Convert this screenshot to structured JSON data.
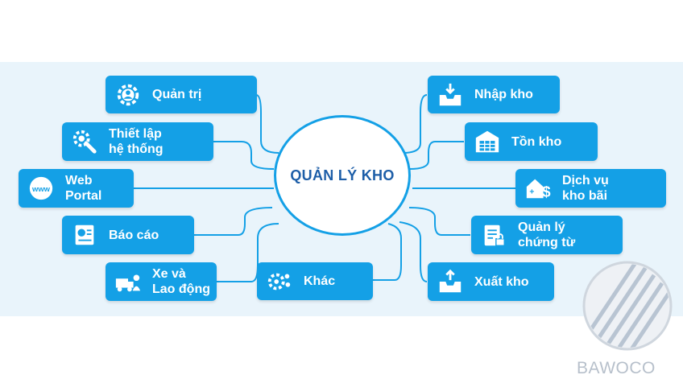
{
  "diagram": {
    "title": "QUẢN LÝ KHO",
    "left_nodes": [
      {
        "label": "Quản trị",
        "icon": "admin-gear-icon"
      },
      {
        "label": "Thiết lập\nhệ thống",
        "icon": "settings-tools-icon"
      },
      {
        "label": "Web\nPortal",
        "icon": "www-globe-icon"
      },
      {
        "label": "Báo cáo",
        "icon": "report-chart-icon"
      },
      {
        "label": "Xe và\nLao động",
        "icon": "truck-worker-icon"
      }
    ],
    "bottom_node": {
      "label": "Khác",
      "icon": "other-gears-icon"
    },
    "right_nodes": [
      {
        "label": "Nhập kho",
        "icon": "inbox-in-icon"
      },
      {
        "label": "Tồn kho",
        "icon": "warehouse-icon"
      },
      {
        "label": "Dịch vụ\nkho bãi",
        "icon": "house-dollar-icon"
      },
      {
        "label": "Quản lý\nchứng từ",
        "icon": "document-lock-icon"
      },
      {
        "label": "Xuất kho",
        "icon": "inbox-out-icon"
      }
    ]
  },
  "watermark": {
    "text": "BAWOCO",
    "icon": "bawoco-logo-icon"
  },
  "colors": {
    "node": "#14a0e6",
    "band": "#e9f4fb",
    "title": "#1d5ea8",
    "line": "#14a0e6"
  }
}
